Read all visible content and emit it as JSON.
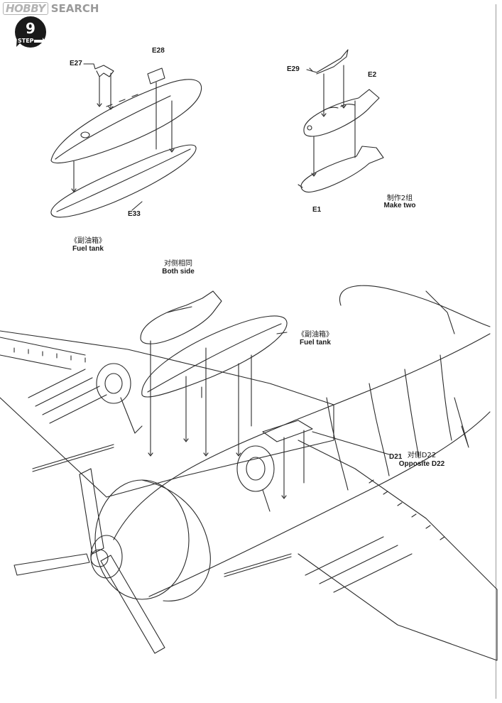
{
  "watermark": {
    "hobby": "HOBBY",
    "search": "SEARCH"
  },
  "step": {
    "number": "9",
    "word": "STEP"
  },
  "parts": {
    "e27": "E27",
    "e28": "E28",
    "e33": "E33",
    "e29": "E29",
    "e2": "E2",
    "e1": "E1",
    "d21": "D21"
  },
  "top_left": {
    "label_cn": "《副油箱》",
    "label_en": "Fuel tank"
  },
  "top_right": {
    "label_cn": "制作2组",
    "label_en": "Make two"
  },
  "middle": {
    "both_cn": "对侧相同",
    "both_en": "Both side",
    "fuel_cn": "《副油箱》",
    "fuel_en": "Fuel tank"
  },
  "opposite": {
    "cn": "对侧D22",
    "en": "Opposite D22"
  },
  "colors": {
    "line": "#2a2a2a",
    "badge": "#1a1a1a",
    "watermark": "#b3b3b3"
  }
}
